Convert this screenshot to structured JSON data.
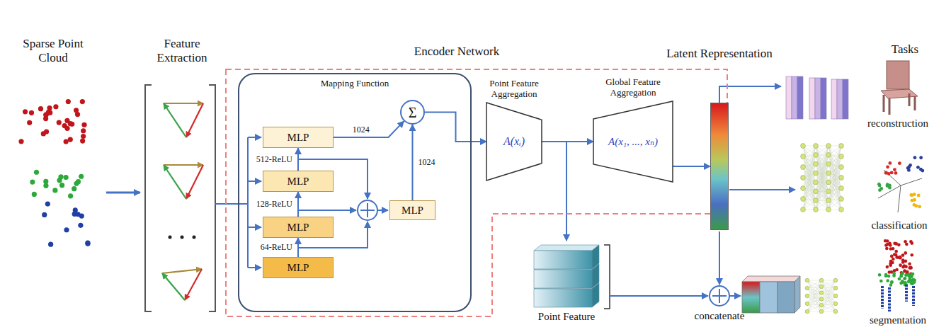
{
  "diagram": {
    "nodes": [
      {
        "text": [
          "Encoder Network"
        ]
      },
      {
        "text": [
          "Mapping Function"
        ],
        "in": 0
      },
      {
        "text": [
          "MLP"
        ],
        "in": 1
      },
      {
        "text": [
          "MLP"
        ],
        "in": 1
      },
      {
        "text": [
          "MLP"
        ],
        "in": 1
      },
      {
        "text": [
          "MLP"
        ],
        "in": 1
      },
      {
        "text": [
          "Σ"
        ],
        "in": 1
      },
      {
        "text": [
          "MLP"
        ],
        "in": 1
      },
      {
        "text": [
          "Point Feature Aggregation",
          "A(xᵢ)"
        ],
        "in": 0
      },
      {
        "text": [
          "Global Feature Aggregation",
          "A(x₁, ..., xₙ)"
        ],
        "in": 0
      },
      {
        "text": [
          "Latent Representation"
        ]
      },
      {
        "text": [
          "Point Feature"
        ]
      }
    ],
    "edges": [
      {
        "from": 5,
        "to": 4,
        "arrow": "to",
        "label": "64-ReLU"
      },
      {
        "from": 4,
        "to": 3,
        "arrow": "to",
        "label": "128-ReLU"
      },
      {
        "from": 3,
        "to": 2,
        "arrow": "to",
        "label": "512-ReLU"
      },
      {
        "from": 2,
        "to": 6,
        "arrow": "to",
        "label": "1024"
      },
      {
        "from": 7,
        "to": 6,
        "arrow": "to",
        "label": "1024"
      },
      {
        "from": 6,
        "to": 8,
        "arrow": "to"
      },
      {
        "from": 8,
        "to": 9,
        "arrow": "to"
      },
      {
        "from": 9,
        "to": 10,
        "arrow": "to"
      },
      {
        "from": 8,
        "to": 11,
        "arrow": "to"
      }
    ],
    "labels": [
      "Sparse Point Cloud",
      "Feature Extraction",
      "Tasks",
      "reconstruction",
      "classification",
      "segmentation",
      "concatenate"
    ]
  }
}
